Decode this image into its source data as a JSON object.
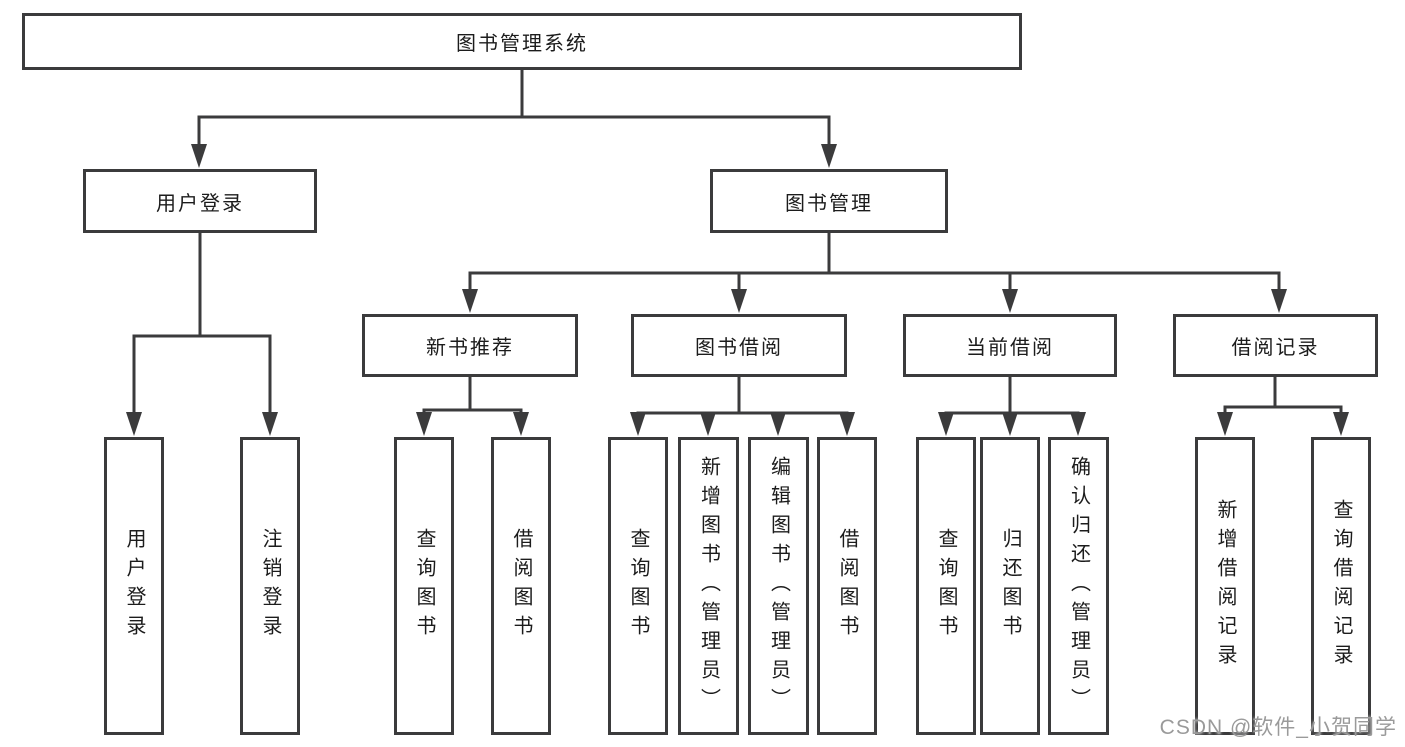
{
  "tree": {
    "root": {
      "label": "图书管理系统"
    },
    "branches": [
      {
        "label": "用户登录",
        "children": [
          {
            "label": "用户登录"
          },
          {
            "label": "注销登录"
          }
        ]
      },
      {
        "label": "图书管理",
        "children": [
          {
            "label": "新书推荐",
            "children": [
              {
                "label": "查询图书"
              },
              {
                "label": "借阅图书"
              }
            ]
          },
          {
            "label": "图书借阅",
            "children": [
              {
                "label": "查询图书"
              },
              {
                "label": "新增图书（管理员）"
              },
              {
                "label": "编辑图书（管理员）"
              },
              {
                "label": "借阅图书"
              }
            ]
          },
          {
            "label": "当前借阅",
            "children": [
              {
                "label": "查询图书"
              },
              {
                "label": "归还图书"
              },
              {
                "label": "确认归还（管理员）"
              }
            ]
          },
          {
            "label": "借阅记录",
            "children": [
              {
                "label": "新增借阅记录"
              },
              {
                "label": "查询借阅记录"
              }
            ]
          }
        ]
      }
    ]
  },
  "watermark": "CSDN @软件_小贺同学",
  "colors": {
    "line": "#3b3b3c",
    "box_border": "#3b3b3c",
    "text": "#1c1c1c",
    "watermark_text": "#9a9a9a",
    "background": "#ffffff"
  }
}
